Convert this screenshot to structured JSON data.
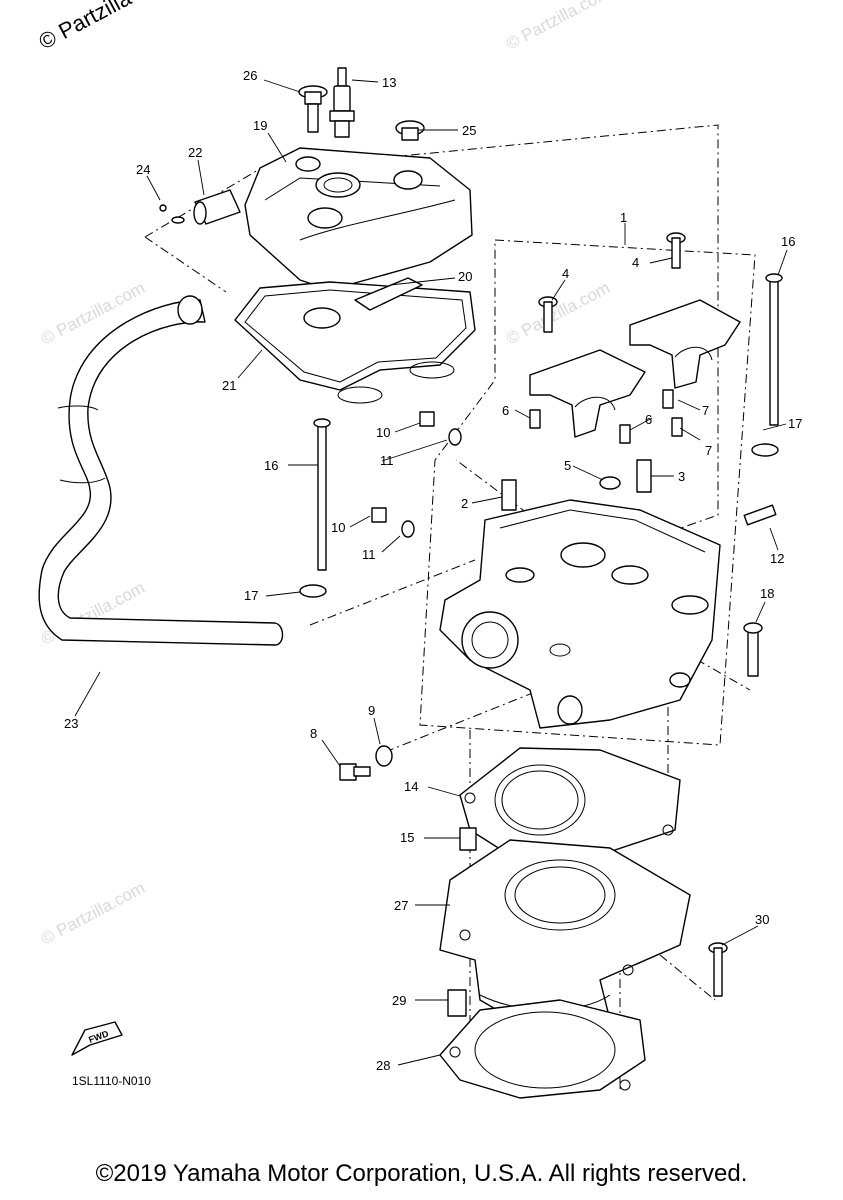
{
  "watermarks": {
    "top_corner": "© Partzilla",
    "faded": "© Partzilla.com"
  },
  "diagram": {
    "part_numbers": {
      "p1": "1",
      "p2": "2",
      "p3": "3",
      "p4a": "4",
      "p4b": "4",
      "p5": "5",
      "p6a": "6",
      "p6b": "6",
      "p7a": "7",
      "p7b": "7",
      "p8": "8",
      "p9": "9",
      "p10a": "10",
      "p10b": "10",
      "p11a": "11",
      "p11b": "11",
      "p12": "12",
      "p13": "13",
      "p14": "14",
      "p15": "15",
      "p16a": "16",
      "p16b": "16",
      "p17a": "17",
      "p17b": "17",
      "p18": "18",
      "p19": "19",
      "p20": "20",
      "p21": "21",
      "p22": "22",
      "p23": "23",
      "p24": "24",
      "p25": "25",
      "p26": "26",
      "p27": "27",
      "p28": "28",
      "p29": "29",
      "p30": "30"
    },
    "fwd_label": "FWD",
    "diagram_code": "1SL1110-N010"
  },
  "footer": {
    "copyright": "©2019 Yamaha Motor Corporation, U.S.A. All rights reserved."
  }
}
